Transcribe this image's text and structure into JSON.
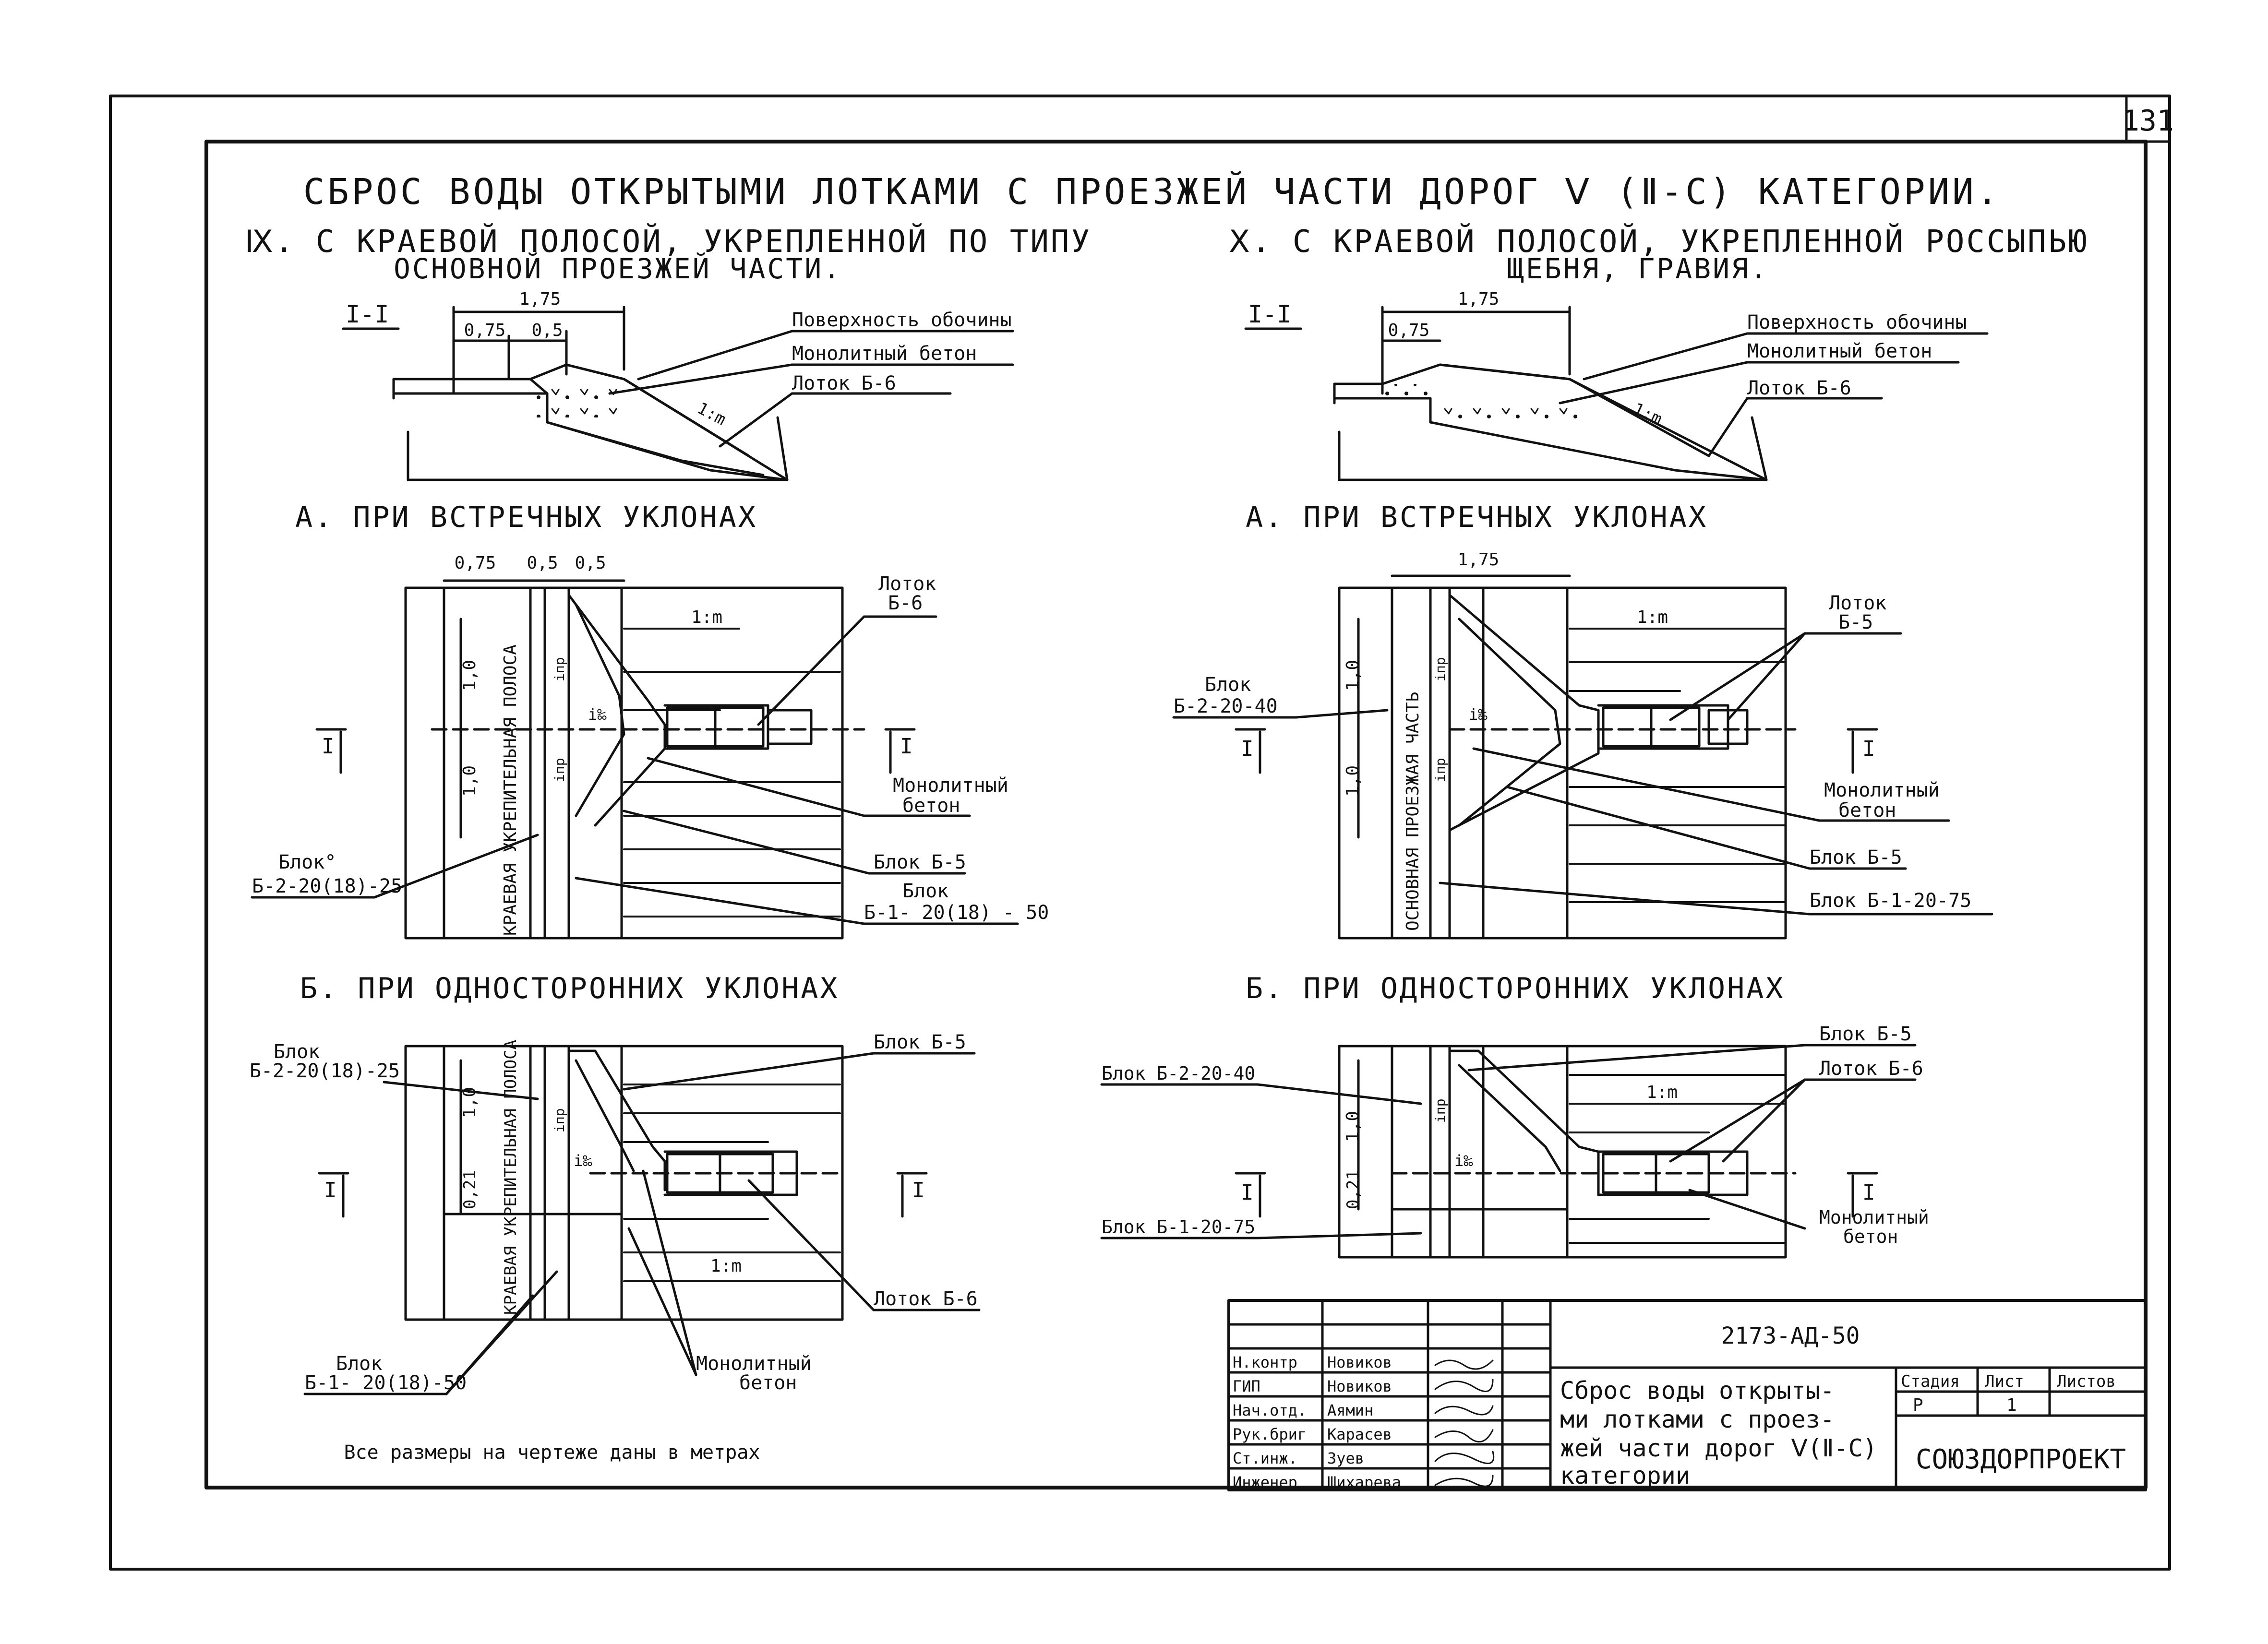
{
  "sheet": {
    "number": "131"
  },
  "title": "СБРОС ВОДЫ ОТКРЫТЫМИ ЛОТКАМИ С ПРОЕЗЖЕЙ ЧАСТИ ДОРОГ Ⅴ (Ⅱ-С) КАТЕГОРИИ.",
  "left": {
    "heading_1": "Ⅸ. С КРАЕВОЙ ПОЛОСОЙ, УКРЕПЛЕННОЙ ПО ТИПУ",
    "heading_2": "ОСНОВНОЙ ПРОЕЗЖЕЙ ЧАСТИ.",
    "section": {
      "mark": "I-I",
      "dim_total": "1,75",
      "dim_a": "0,75",
      "dim_b": "0,5",
      "slope": "1:m",
      "label_1": "Поверхность обочины",
      "label_2": "Монолитный бетон",
      "label_3": "Лоток Б-6"
    },
    "plan_a": {
      "heading": "А. ПРИ ВСТРЕЧНЫХ УКЛОНАХ",
      "dim_1": "0,75",
      "dim_2": "0,5",
      "dim_3": "0,5",
      "slope": "1:m",
      "v1": "1,0",
      "v2": "1,0",
      "vert": "КРАЕВАЯ УКРЕПИТЕЛЬНАЯ ПОЛОСА",
      "ipr_1": "iпр",
      "ipr_2": "iпр",
      "i": "i‰",
      "cut_l": "I",
      "cut_r": "I",
      "label_lotok_1": "Лоток",
      "label_lotok_2": "Б-6",
      "label_beton_1": "Монолитный",
      "label_beton_2": "бетон",
      "label_b5": "Блок Б-5",
      "label_b1_1": "Блок",
      "label_b1_2": "Б-1- 20(18) - 50",
      "label_b2_1": "Блок°",
      "label_b2_2": "Б-2-20(18)-25"
    },
    "plan_b": {
      "heading": "Б. ПРИ ОДНОСТОРОННИХ УКЛОНАХ",
      "v1": "1,0",
      "v2": "0,21",
      "vert": "КРАЕВАЯ УКРЕПИТЕЛЬНАЯ ПОЛОСА",
      "ipr": "iпр",
      "i": "i‰",
      "slope": "1:m",
      "cut_l": "I",
      "cut_r": "I",
      "label_b2_1": "Блок",
      "label_b2_2": "Б-2-20(18)-25",
      "label_b5": "Блок Б-5",
      "label_lotok": "Лоток Б-6",
      "label_beton_1": "Монолитный",
      "label_beton_2": "бетон",
      "label_b1_1": "Блок",
      "label_b1_2": "Б-1- 20(18)-50"
    },
    "note": "Все размеры на чертеже даны в метрах"
  },
  "right": {
    "heading_1": "Ⅹ. С КРАЕВОЙ ПОЛОСОЙ, УКРЕПЛЕННОЙ РОССЫПЬЮ",
    "heading_2": "ЩЕБНЯ, ГРАВИЯ.",
    "section": {
      "mark": "I-I",
      "dim_total": "1,75",
      "dim_a": "0,75",
      "slope": "1:m",
      "label_1": "Поверхность обочины",
      "label_2": "Монолитный бетон",
      "label_3": "Лоток Б-6"
    },
    "plan_a": {
      "heading": "А. ПРИ ВСТРЕЧНЫХ УКЛОНАХ",
      "dim": "1,75",
      "slope": "1:m",
      "v1": "1,0",
      "v2": "1,0",
      "vert": "ОСНОВНАЯ ПРОЕЗЖАЯ ЧАСТЬ",
      "ipr_1": "iпр",
      "ipr_2": "iпр",
      "i": "i‰",
      "cut_l": "I",
      "cut_r": "I",
      "label_b2_1": "Блок",
      "label_b2_2": "Б-2-20-40",
      "label_lotok_1": "Лоток",
      "label_lotok_2": "Б-5",
      "label_beton_1": "Монолитный",
      "label_beton_2": "бетон",
      "label_b5": "Блок Б-5",
      "label_b1": "Блок Б-1-20-75"
    },
    "plan_b": {
      "heading": "Б. ПРИ ОДНОСТОРОННИХ УКЛОНАХ",
      "v1": "1,0",
      "v2": "0,21",
      "ipr": "iпр",
      "i": "i‰",
      "slope": "1:m",
      "cut_l": "I",
      "cut_r": "I",
      "label_b5": "Блок Б-5",
      "label_lotok": "Лоток Б-6",
      "label_b2": "Блок Б-2-20-40",
      "label_b1": "Блок Б-1-20-75",
      "label_beton_1": "Монолитный",
      "label_beton_2": "бетон"
    }
  },
  "stamp": {
    "code": "2173-АД-50",
    "roles": [
      {
        "role": "Н.контр",
        "name": "Новиков"
      },
      {
        "role": "ГИП",
        "name": "Новиков"
      },
      {
        "role": "Нач.отд.",
        "name": "Аямин"
      },
      {
        "role": "Рук.бриг",
        "name": "Карасев"
      },
      {
        "role": "Ст.инж.",
        "name": "Зуев"
      },
      {
        "role": "Инженер",
        "name": "Шихарева"
      }
    ],
    "desc_1": "Сброс воды открыты-",
    "desc_2": "ми лотками с проез-",
    "desc_3": "жей части дорог Ⅴ(Ⅱ-С)",
    "desc_4": "категории",
    "col_stage": "Стадия",
    "col_sheet": "Лист",
    "col_sheets": "Листов",
    "stage": "Р",
    "sheet": "1",
    "org": "СОЮЗДОРПРОЕКТ"
  }
}
